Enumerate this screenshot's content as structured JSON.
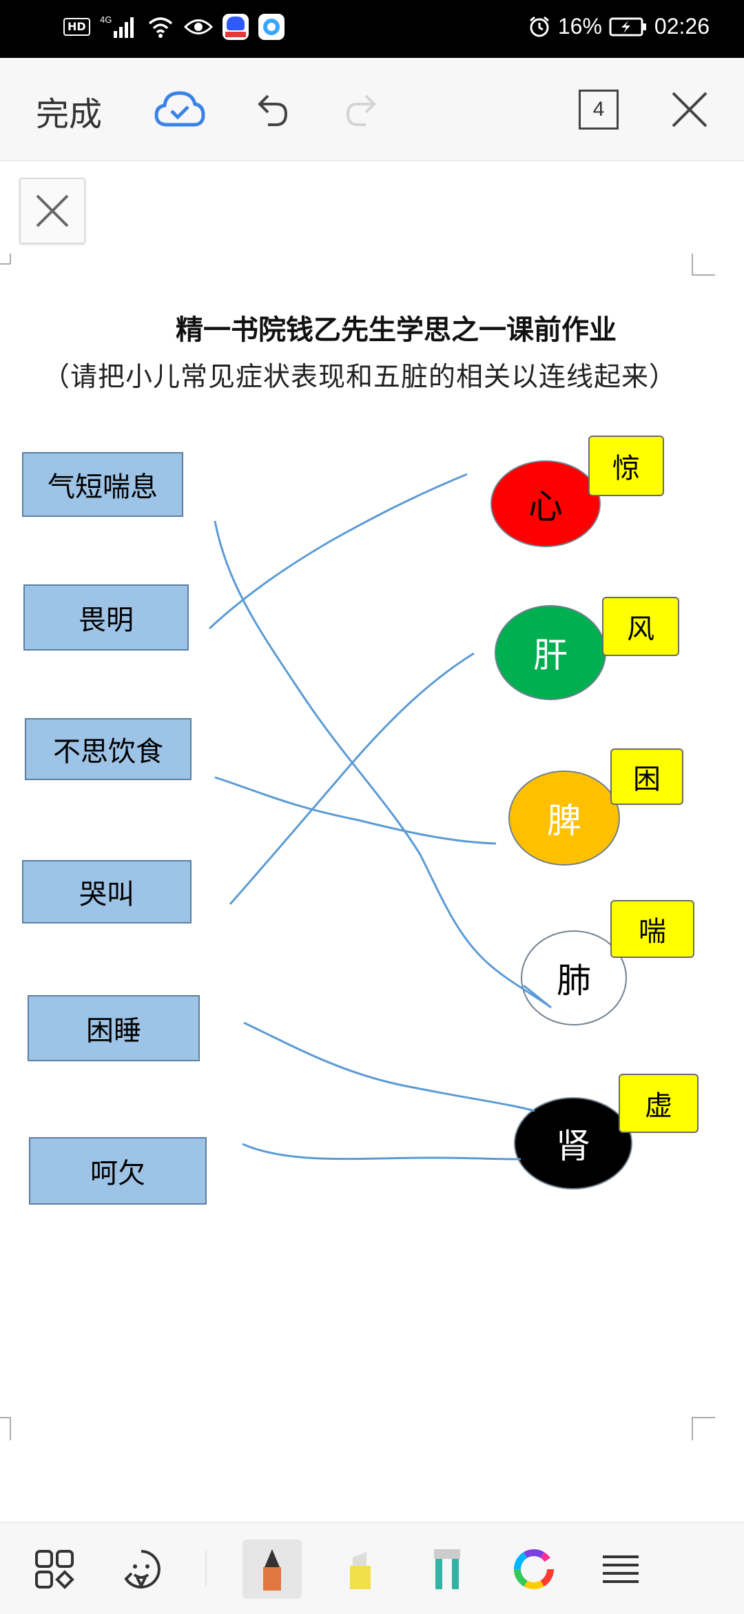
{
  "status_bar": {
    "left_icons": [
      "hd-icon",
      "4g-signal-icon",
      "wifi-icon",
      "eye-icon",
      "baidu-app-icon",
      "app-icon"
    ],
    "network": "4G",
    "battery_percent": "16%",
    "time": "02:26"
  },
  "toolbar": {
    "done_label": "完成",
    "page_count": "4"
  },
  "document": {
    "title": "精一书院钱乙先生学思之一课前作业",
    "subtitle": "（请把小儿常见症状表现和五脏的相关以连线起来）",
    "symptoms": [
      "气短喘息",
      "畏明",
      "不思饮食",
      "哭叫",
      "困睡",
      "呵欠"
    ],
    "organs": [
      {
        "name": "心",
        "color": "#ff0000",
        "text_color": "#000000",
        "tag": "惊"
      },
      {
        "name": "肝",
        "color": "#00b050",
        "text_color": "#ffffff",
        "tag": "风"
      },
      {
        "name": "脾",
        "color": "#ffc000",
        "text_color": "#ffffff",
        "tag": "困"
      },
      {
        "name": "肺",
        "color": "#ffffff",
        "text_color": "#000000",
        "tag": "喘"
      },
      {
        "name": "肾",
        "color": "#000000",
        "text_color": "#ffffff",
        "tag": "虚"
      }
    ],
    "connections": [
      {
        "from": "气短喘息",
        "to": "肺"
      },
      {
        "from": "畏明",
        "to": "心"
      },
      {
        "from": "不思饮食",
        "to": "脾"
      },
      {
        "from": "哭叫",
        "to": "肝"
      },
      {
        "from": "困睡",
        "to": "肾"
      },
      {
        "from": "呵欠",
        "to": "肾"
      }
    ],
    "line_color": "#5b9bd5"
  },
  "bottom_toolbar": {
    "tools": [
      "thumbnails-icon",
      "sticker-icon",
      "pen-icon",
      "highlighter-icon",
      "eraser-icon",
      "color-wheel-icon",
      "menu-icon"
    ],
    "selected_tool": "pen-icon"
  }
}
